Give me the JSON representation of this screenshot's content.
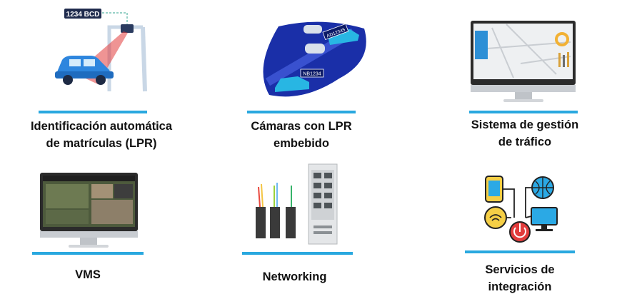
{
  "tiles": [
    {
      "id": "lpr",
      "lines": [
        "Identificación automática",
        "de matrículas (LPR)"
      ]
    },
    {
      "id": "cameras",
      "lines": [
        "Cámaras con LPR",
        "embebido"
      ]
    },
    {
      "id": "traffic",
      "lines": [
        "Sistema de gestión",
        "de tráfico"
      ]
    },
    {
      "id": "vms",
      "lines": [
        "VMS"
      ]
    },
    {
      "id": "networking",
      "lines": [
        "Networking"
      ]
    },
    {
      "id": "integration",
      "lines": [
        "Servicios de",
        "integración"
      ]
    }
  ],
  "illustrations": {
    "plate_text": "1234 BCD",
    "car_plate_text": "NB1234",
    "car2_plate_text": "AD12345"
  },
  "colors": {
    "accent": "#29a8df",
    "car": "#2e86de",
    "dark": "#1d2a44",
    "red": "#e23c3c"
  }
}
